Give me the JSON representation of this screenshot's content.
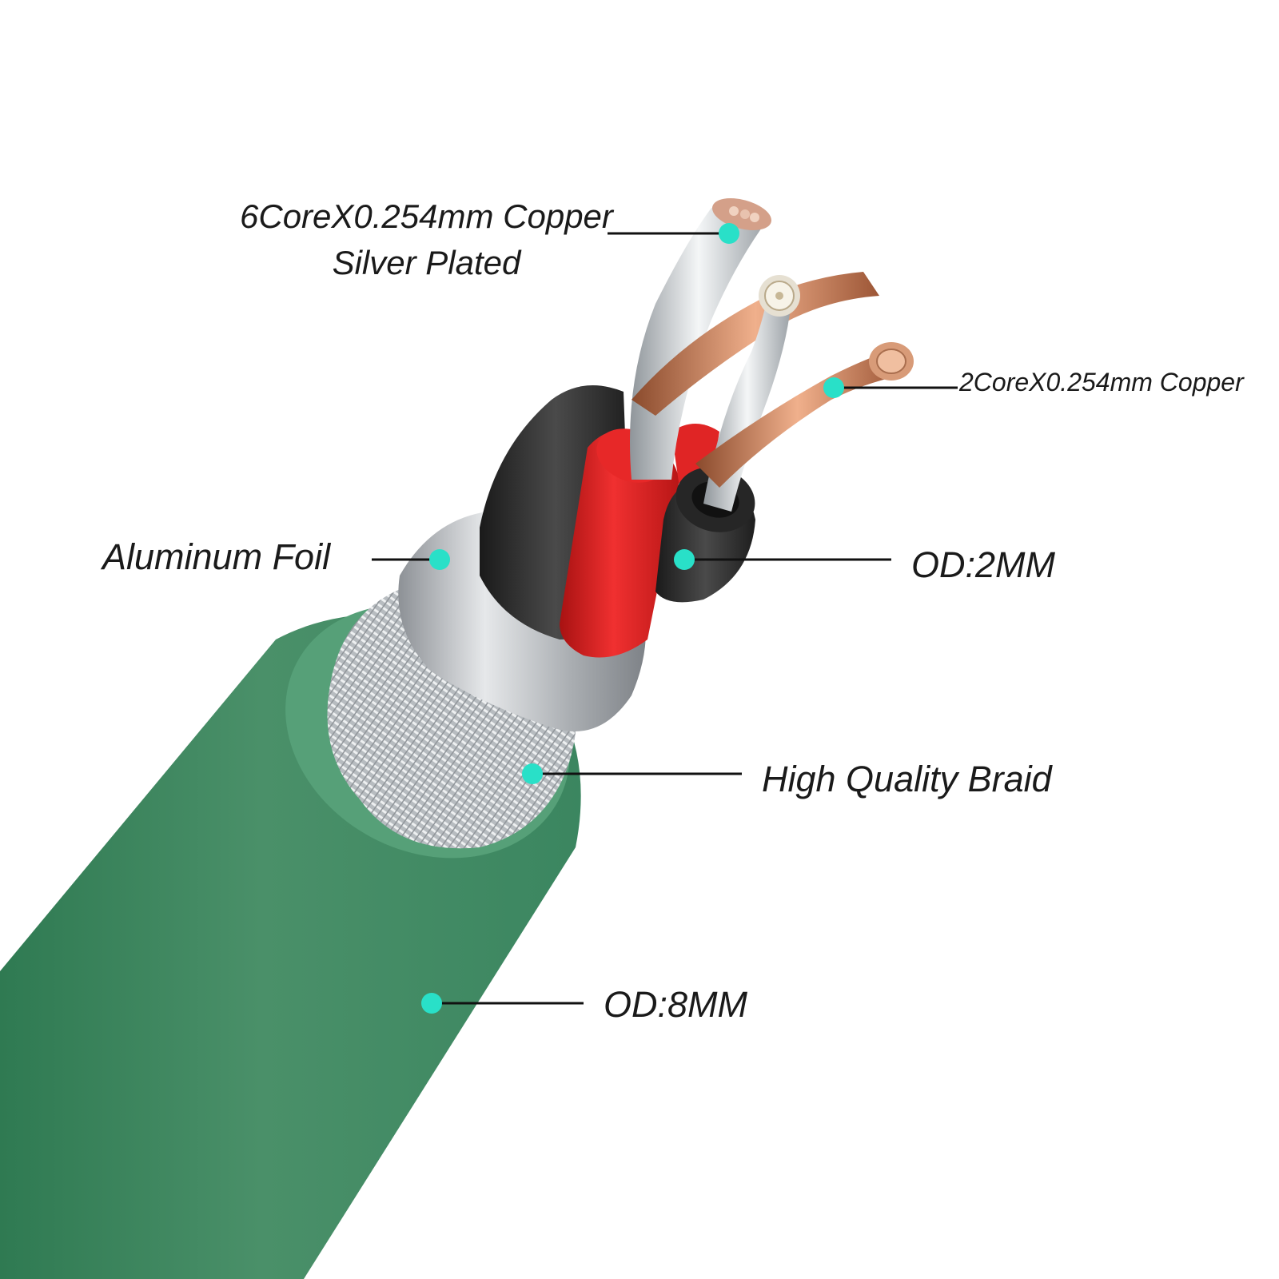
{
  "labels": {
    "silver_copper_line1": "6CoreX0.254mm Copper",
    "silver_copper_line2": "Silver Plated",
    "copper_2core": "2CoreX0.254mm Copper",
    "aluminum_foil": "Aluminum Foil",
    "inner_od": "OD:2MM",
    "braid": "High Quality Braid",
    "outer_od": "OD:8MM"
  },
  "colors": {
    "jacket_green": "#3f8a63",
    "jacket_face": "#5aa57c",
    "red_insulation": "#d61e1e",
    "black_insulation": "#2b2b2b",
    "foil_silver": "#b9bcc0",
    "braid_silver": "#cfd3d6",
    "copper": "#c9825c",
    "silver_wire": "#d9dde0",
    "marker_dot": "#29e0c8",
    "leader_line": "#111111"
  }
}
